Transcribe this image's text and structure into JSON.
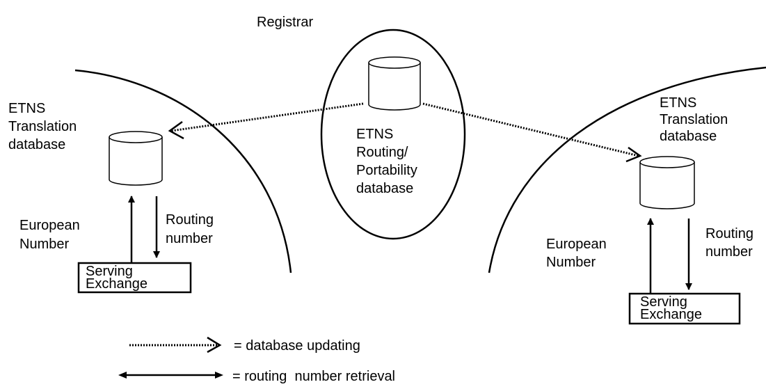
{
  "registrar": {
    "label": "Registrar",
    "db_lines": [
      "ETNS",
      "Routing/",
      "Portability",
      "database"
    ]
  },
  "left_network": {
    "db_lines": [
      "ETNS",
      "Translation",
      "database"
    ],
    "up_label_lines": [
      "European",
      "Number"
    ],
    "down_label_lines": [
      "Routing",
      "number"
    ],
    "exchange_lines": [
      "Serving",
      "Exchange"
    ]
  },
  "right_network": {
    "db_lines": [
      "ETNS",
      "Translation",
      "database"
    ],
    "up_label_lines": [
      "European",
      "Number"
    ],
    "down_label_lines": [
      "Routing",
      "number"
    ],
    "exchange_lines": [
      "Serving",
      "Exchange"
    ]
  },
  "legend": {
    "dotted": "= database updating",
    "solid": "= routing  number retrieval"
  }
}
